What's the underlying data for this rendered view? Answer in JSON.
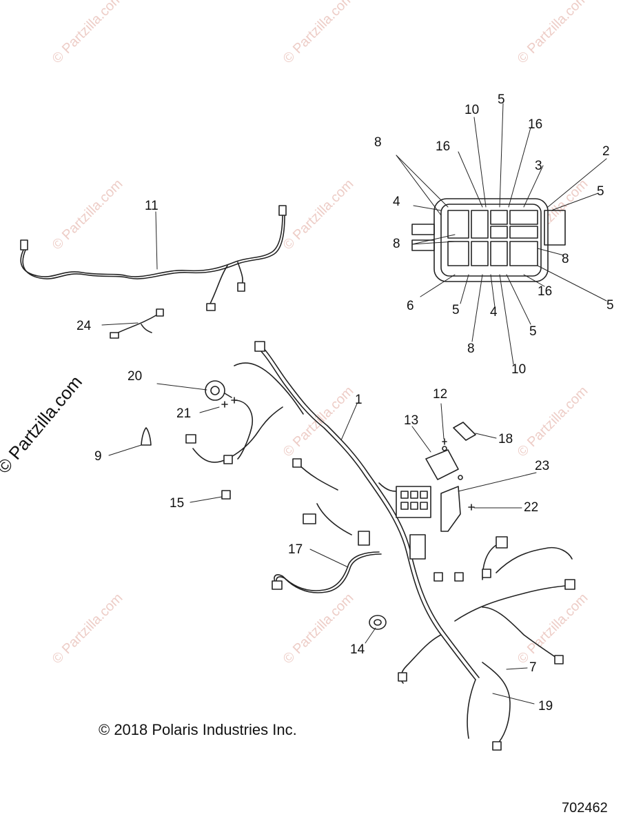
{
  "watermark_text": "© Partzilla.com",
  "side_watermark_text": "© Partzilla.com",
  "copyright": "© 2018 Polaris Industries Inc.",
  "drawing_number": "702462",
  "callouts": {
    "c1": "1",
    "c2": "2",
    "c3": "3",
    "c4a": "4",
    "c4b": "4",
    "c5a": "5",
    "c5b": "5",
    "c5c": "5",
    "c5d": "5",
    "c5e": "5",
    "c6": "6",
    "c7": "7",
    "c8a": "8",
    "c8b": "8",
    "c8c": "8",
    "c8d": "8",
    "c9": "9",
    "c10a": "10",
    "c10b": "10",
    "c11": "11",
    "c12": "12",
    "c13": "13",
    "c14": "14",
    "c15": "15",
    "c16a": "16",
    "c16b": "16",
    "c16c": "16",
    "c17": "17",
    "c18": "18",
    "c19": "19",
    "c20": "20",
    "c21": "21",
    "c22": "22",
    "c23": "23",
    "c24": "24"
  }
}
